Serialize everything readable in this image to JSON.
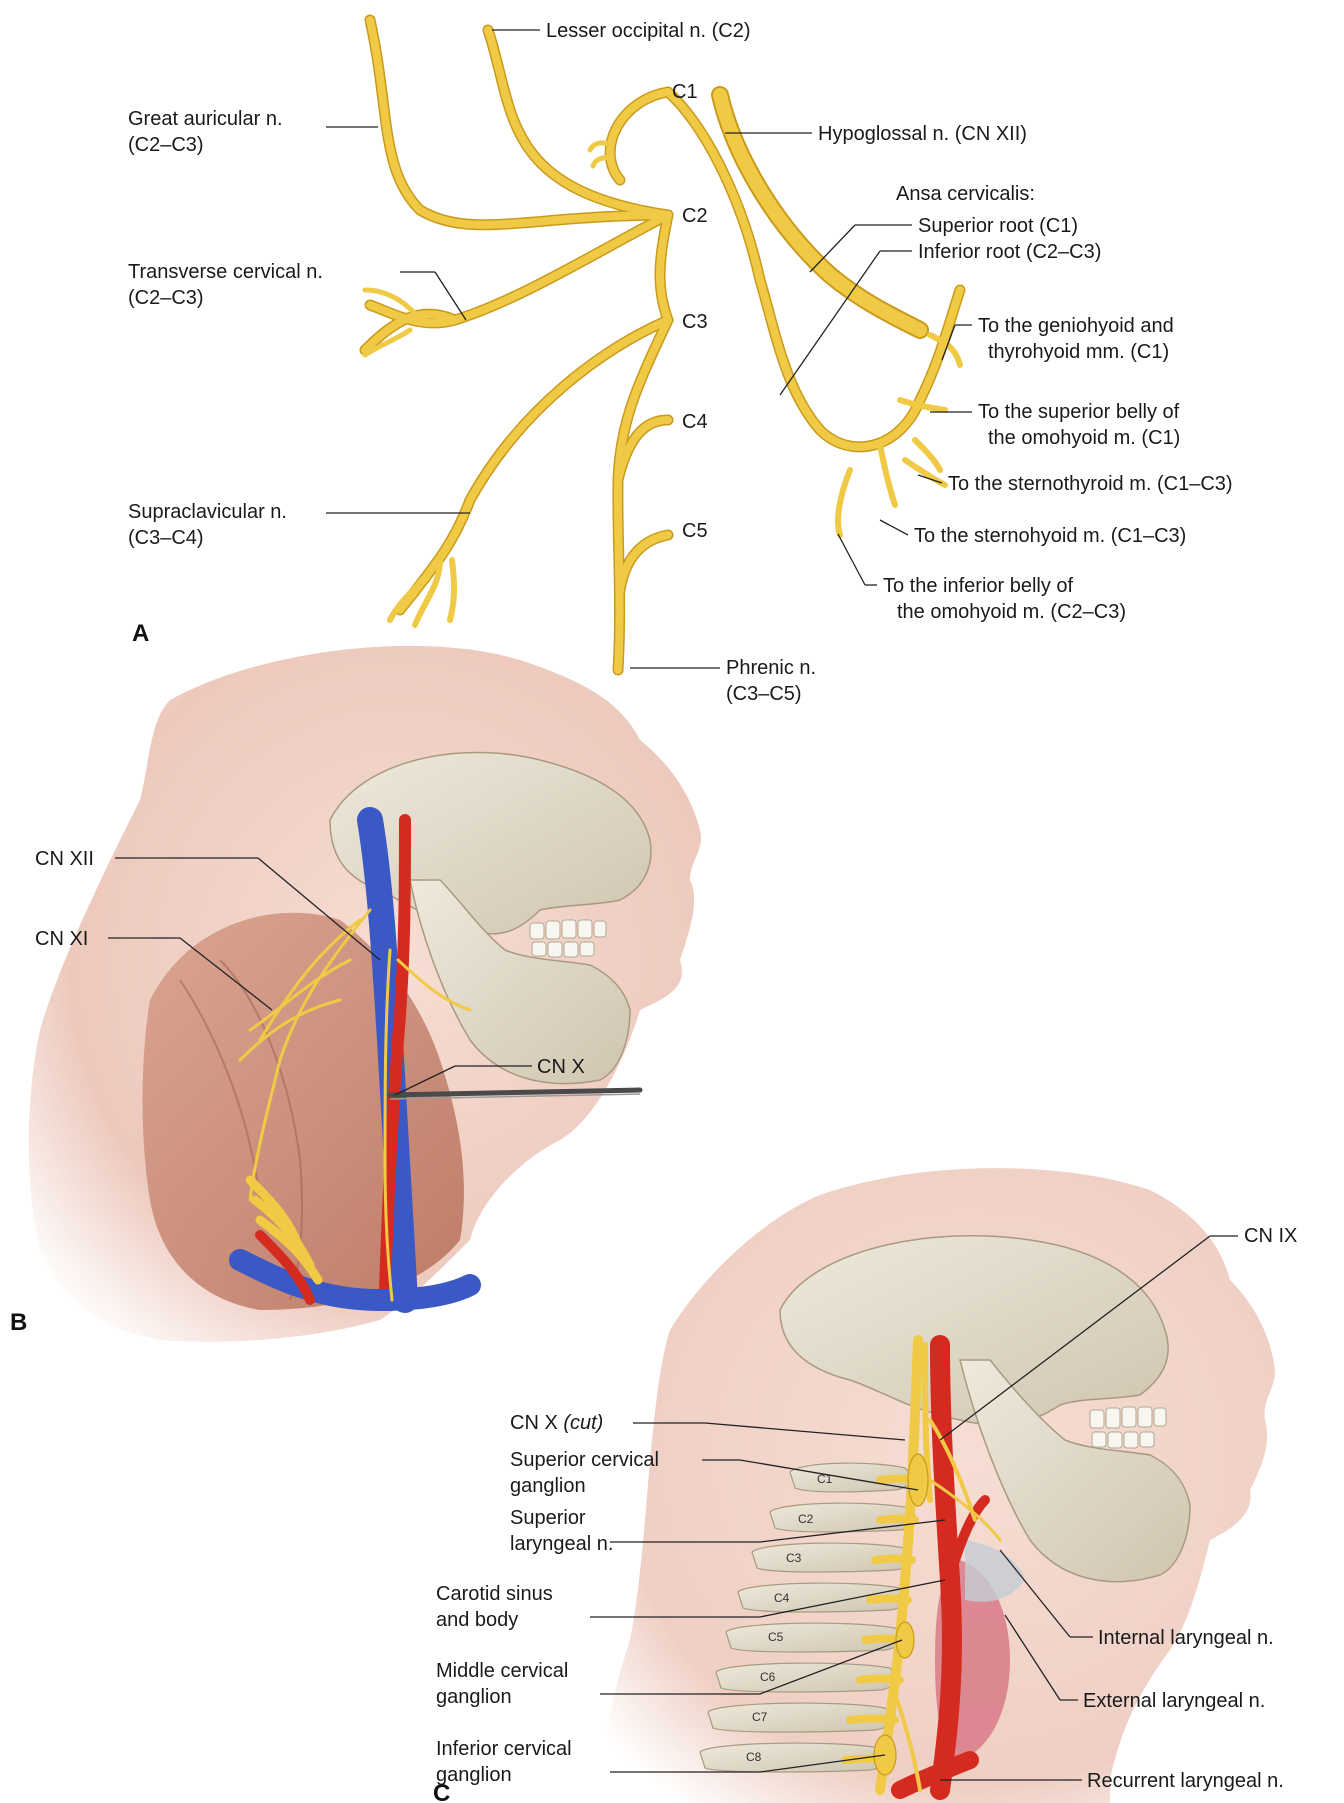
{
  "panel_a": {
    "panel_letter": "A",
    "roots": {
      "c1": "C1",
      "c2": "C2",
      "c3": "C3",
      "c4": "C4",
      "c5": "C5"
    },
    "labels": {
      "lesser_occipital": "Lesser occipital n. (C2)",
      "great_auricular_1": "Great auricular n.",
      "great_auricular_2": "(C2–C3)",
      "hypoglossal": "Hypoglossal n. (CN XII)",
      "ansa_title": "Ansa cervicalis:",
      "superior_root": "Superior root (C1)",
      "inferior_root": "Inferior root (C2–C3)",
      "transverse_cervical_1": "Transverse cervical n.",
      "transverse_cervical_2": "(C2–C3)",
      "geniohyoid_1": "To the geniohyoid and",
      "geniohyoid_2": "thyrohyoid mm. (C1)",
      "sup_omohyoid_1": "To the superior belly of",
      "sup_omohyoid_2": "the omohyoid m. (C1)",
      "sternothyroid": "To the sternothyroid m. (C1–C3)",
      "sternohyoid": "To the sternohyoid m. (C1–C3)",
      "inf_omohyoid_1": "To the inferior belly of",
      "inf_omohyoid_2": "the omohyoid m. (C2–C3)",
      "supraclavicular_1": "Supraclavicular n.",
      "supraclavicular_2": "(C3–C4)",
      "phrenic_1": "Phrenic n.",
      "phrenic_2": "(C3–C5)"
    }
  },
  "panel_b": {
    "panel_letter": "B",
    "labels": {
      "cn_xii": "CN XII",
      "cn_xi": "CN XI",
      "cn_x": "CN X"
    }
  },
  "panel_c": {
    "panel_letter": "C",
    "vertebrae": [
      "C1",
      "C2",
      "C3",
      "C4",
      "C5",
      "C6",
      "C7",
      "C8"
    ],
    "labels": {
      "cn_x_prefix": "CN X ",
      "cn_x_cut": "(cut)",
      "cn_ix": "CN IX",
      "sup_cervical_1": "Superior cervical",
      "sup_cervical_2": "ganglion",
      "sup_laryngeal_1": "Superior",
      "sup_laryngeal_2": "laryngeal n.",
      "carotid_1": "Carotid sinus",
      "carotid_2": "and body",
      "mid_cervical_1": "Middle cervical",
      "mid_cervical_2": "ganglion",
      "inf_cervical_1": "Inferior cervical",
      "inf_cervical_2": "ganglion",
      "internal_laryngeal": "Internal laryngeal n.",
      "external_laryngeal": "External laryngeal n.",
      "recurrent_laryngeal": "Recurrent laryngeal n."
    }
  },
  "colors": {
    "nerve": "#f0c945",
    "artery": "#d42a1f",
    "vein": "#3b59c4",
    "bone": "#e4ddcc",
    "skin": "#f1d2c7",
    "muscle": "#c88772"
  }
}
